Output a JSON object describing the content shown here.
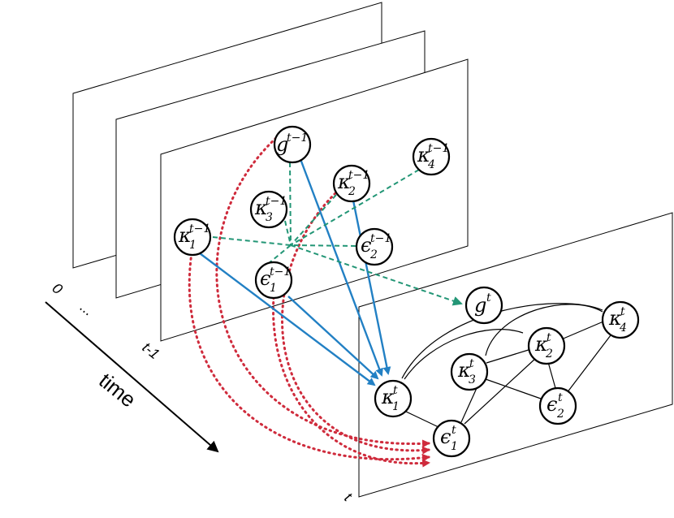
{
  "axis": {
    "time_label": "time",
    "tick_0": "0",
    "tick_dots": "...",
    "tick_prev": "t-1",
    "tick_now": "t"
  },
  "colors": {
    "blue": "#2280c4",
    "green": "#239676",
    "red": "#cf2b3c",
    "black": "#000000"
  },
  "prev_nodes": [
    {
      "id": "g",
      "main": "g",
      "sub": "",
      "sup": "t−1"
    },
    {
      "id": "k4",
      "main": "κ",
      "sub": "4",
      "sup": "t−1"
    },
    {
      "id": "k2",
      "main": "κ",
      "sub": "2",
      "sup": "t−1"
    },
    {
      "id": "k3",
      "main": "κ",
      "sub": "3",
      "sup": "t−1"
    },
    {
      "id": "k1",
      "main": "κ",
      "sub": "1",
      "sup": "t−1"
    },
    {
      "id": "e2",
      "main": "ϵ",
      "sub": "2",
      "sup": "t−1"
    },
    {
      "id": "e1",
      "main": "ϵ",
      "sub": "1",
      "sup": "t−1"
    }
  ],
  "curr_nodes": [
    {
      "id": "g",
      "main": "g",
      "sub": "",
      "sup": "t"
    },
    {
      "id": "k4",
      "main": "κ",
      "sub": "4",
      "sup": "t"
    },
    {
      "id": "k2",
      "main": "κ",
      "sub": "2",
      "sup": "t"
    },
    {
      "id": "k3",
      "main": "κ",
      "sub": "3",
      "sup": "t"
    },
    {
      "id": "k1",
      "main": "κ",
      "sub": "1",
      "sup": "t"
    },
    {
      "id": "e2",
      "main": "ϵ",
      "sub": "2",
      "sup": "t"
    },
    {
      "id": "e1",
      "main": "ϵ",
      "sub": "1",
      "sup": "t"
    }
  ]
}
